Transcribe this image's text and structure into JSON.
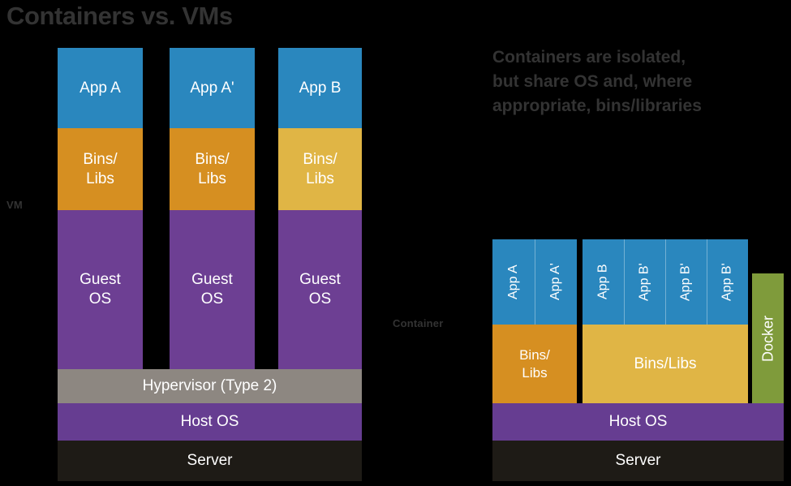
{
  "title": "Containers vs. VMs",
  "caption": {
    "lines": [
      "Containers are isolated,",
      "but share OS and, where",
      "appropriate, bins/libraries"
    ]
  },
  "labels": {
    "vm": "VM",
    "container": "Container"
  },
  "colors": {
    "background": "#000000",
    "app": "#2a87be",
    "bins_dark": "#d68f21",
    "bins_light": "#e0b545",
    "guest_os": "#6d3f93",
    "hypervisor": "#8d8781",
    "host_os": "#663d91",
    "server": "#1e1b16",
    "docker": "#7f9b3b",
    "title_text": "#333333",
    "block_text": "#ffffff"
  },
  "vm_side": {
    "columns": [
      {
        "app": "App A",
        "bins": "Bins/\nLibs",
        "guest": "Guest\nOS"
      },
      {
        "app": "App A'",
        "bins": "Bins/\nLibs",
        "guest": "Guest\nOS"
      },
      {
        "app": "App B",
        "bins": "Bins/\nLibs",
        "guest": "Guest\nOS"
      }
    ],
    "app_labels": [
      "App A",
      "App A'",
      "App B"
    ],
    "bins_line1": "Bins/",
    "bins_line2": "Libs",
    "guest_line1": "Guest",
    "guest_line2": "OS",
    "hypervisor": "Hypervisor (Type 2)",
    "host_os": "Host OS",
    "server": "Server"
  },
  "container_side": {
    "group_a": {
      "apps": [
        "App A",
        "App A'"
      ],
      "bins_line1": "Bins/",
      "bins_line2": "Libs"
    },
    "group_b": {
      "apps": [
        "App B",
        "App B'",
        "App B'",
        "App B'"
      ],
      "bins": "Bins/Libs"
    },
    "docker": "Docker",
    "host_os": "Host OS",
    "server": "Server"
  }
}
